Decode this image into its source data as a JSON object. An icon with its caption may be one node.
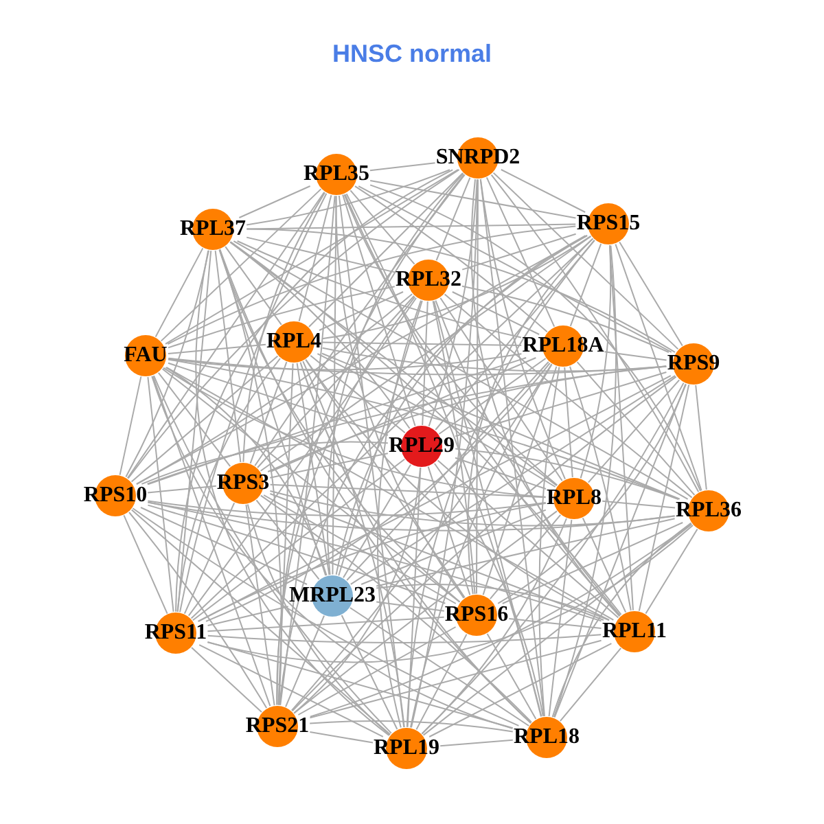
{
  "diagram": {
    "title": "HNSC normal",
    "nodes": [
      {
        "text": [
          "RPL35"
        ]
      },
      {
        "text": [
          "SNRPD2"
        ]
      },
      {
        "text": [
          "RPL37"
        ]
      },
      {
        "text": [
          "RPS15"
        ]
      },
      {
        "text": [
          "RPL32"
        ]
      },
      {
        "text": [
          "FAU"
        ]
      },
      {
        "text": [
          "RPL4"
        ]
      },
      {
        "text": [
          "RPL18A"
        ]
      },
      {
        "text": [
          "RPS9"
        ]
      },
      {
        "text": [
          "RPL29"
        ]
      },
      {
        "text": [
          "RPS10"
        ]
      },
      {
        "text": [
          "RPS3"
        ]
      },
      {
        "text": [
          "RPL8"
        ]
      },
      {
        "text": [
          "RPL36"
        ]
      },
      {
        "text": [
          "RPS11"
        ]
      },
      {
        "text": [
          "MRPL23"
        ]
      },
      {
        "text": [
          "RPS16"
        ]
      },
      {
        "text": [
          "RPL11"
        ]
      },
      {
        "text": [
          "RPS21"
        ]
      },
      {
        "text": [
          "RPL19"
        ]
      },
      {
        "text": [
          "RPL18"
        ]
      }
    ],
    "edges": [
      {
        "from": 0,
        "to": 1,
        "arrow": "none"
      },
      {
        "from": 0,
        "to": 2,
        "arrow": "none"
      },
      {
        "from": 0,
        "to": 3,
        "arrow": "none"
      },
      {
        "from": 0,
        "to": 4,
        "arrow": "none"
      },
      {
        "from": 0,
        "to": 5,
        "arrow": "none"
      },
      {
        "from": 0,
        "to": 6,
        "arrow": "none"
      },
      {
        "from": 0,
        "to": 7,
        "arrow": "none"
      },
      {
        "from": 0,
        "to": 8,
        "arrow": "none"
      },
      {
        "from": 0,
        "to": 9,
        "arrow": "none"
      },
      {
        "from": 0,
        "to": 10,
        "arrow": "none"
      },
      {
        "from": 0,
        "to": 11,
        "arrow": "none"
      },
      {
        "from": 0,
        "to": 12,
        "arrow": "none"
      },
      {
        "from": 0,
        "to": 13,
        "arrow": "none"
      },
      {
        "from": 0,
        "to": 14,
        "arrow": "none"
      },
      {
        "from": 0,
        "to": 15,
        "arrow": "none"
      },
      {
        "from": 0,
        "to": 16,
        "arrow": "none"
      },
      {
        "from": 0,
        "to": 17,
        "arrow": "none"
      },
      {
        "from": 0,
        "to": 18,
        "arrow": "none"
      },
      {
        "from": 0,
        "to": 19,
        "arrow": "none"
      },
      {
        "from": 0,
        "to": 20,
        "arrow": "none"
      },
      {
        "from": 1,
        "to": 2,
        "arrow": "none"
      },
      {
        "from": 1,
        "to": 3,
        "arrow": "none"
      },
      {
        "from": 1,
        "to": 4,
        "arrow": "none"
      },
      {
        "from": 1,
        "to": 5,
        "arrow": "none"
      },
      {
        "from": 1,
        "to": 6,
        "arrow": "none"
      },
      {
        "from": 1,
        "to": 7,
        "arrow": "none"
      },
      {
        "from": 1,
        "to": 8,
        "arrow": "none"
      },
      {
        "from": 1,
        "to": 9,
        "arrow": "none"
      },
      {
        "from": 1,
        "to": 10,
        "arrow": "none"
      },
      {
        "from": 1,
        "to": 11,
        "arrow": "none"
      },
      {
        "from": 1,
        "to": 12,
        "arrow": "none"
      },
      {
        "from": 1,
        "to": 13,
        "arrow": "none"
      },
      {
        "from": 1,
        "to": 14,
        "arrow": "none"
      },
      {
        "from": 1,
        "to": 15,
        "arrow": "none"
      },
      {
        "from": 1,
        "to": 16,
        "arrow": "none"
      },
      {
        "from": 1,
        "to": 17,
        "arrow": "none"
      },
      {
        "from": 1,
        "to": 18,
        "arrow": "none"
      },
      {
        "from": 1,
        "to": 19,
        "arrow": "none"
      },
      {
        "from": 1,
        "to": 20,
        "arrow": "none"
      },
      {
        "from": 2,
        "to": 3,
        "arrow": "none"
      },
      {
        "from": 2,
        "to": 4,
        "arrow": "none"
      },
      {
        "from": 2,
        "to": 5,
        "arrow": "none"
      },
      {
        "from": 2,
        "to": 6,
        "arrow": "none"
      },
      {
        "from": 2,
        "to": 7,
        "arrow": "none"
      },
      {
        "from": 2,
        "to": 8,
        "arrow": "none"
      },
      {
        "from": 2,
        "to": 9,
        "arrow": "none"
      },
      {
        "from": 2,
        "to": 10,
        "arrow": "none"
      },
      {
        "from": 2,
        "to": 11,
        "arrow": "none"
      },
      {
        "from": 2,
        "to": 12,
        "arrow": "none"
      },
      {
        "from": 2,
        "to": 13,
        "arrow": "none"
      },
      {
        "from": 2,
        "to": 14,
        "arrow": "none"
      },
      {
        "from": 2,
        "to": 15,
        "arrow": "none"
      },
      {
        "from": 2,
        "to": 16,
        "arrow": "none"
      },
      {
        "from": 2,
        "to": 17,
        "arrow": "none"
      },
      {
        "from": 2,
        "to": 18,
        "arrow": "none"
      },
      {
        "from": 2,
        "to": 19,
        "arrow": "none"
      },
      {
        "from": 2,
        "to": 20,
        "arrow": "none"
      },
      {
        "from": 3,
        "to": 4,
        "arrow": "none"
      },
      {
        "from": 3,
        "to": 5,
        "arrow": "none"
      },
      {
        "from": 3,
        "to": 6,
        "arrow": "none"
      },
      {
        "from": 3,
        "to": 7,
        "arrow": "none"
      },
      {
        "from": 3,
        "to": 8,
        "arrow": "none"
      },
      {
        "from": 3,
        "to": 9,
        "arrow": "none"
      },
      {
        "from": 3,
        "to": 10,
        "arrow": "none"
      },
      {
        "from": 3,
        "to": 11,
        "arrow": "none"
      },
      {
        "from": 3,
        "to": 12,
        "arrow": "none"
      },
      {
        "from": 3,
        "to": 13,
        "arrow": "none"
      },
      {
        "from": 3,
        "to": 14,
        "arrow": "none"
      },
      {
        "from": 3,
        "to": 15,
        "arrow": "none"
      },
      {
        "from": 3,
        "to": 16,
        "arrow": "none"
      },
      {
        "from": 3,
        "to": 17,
        "arrow": "none"
      },
      {
        "from": 3,
        "to": 18,
        "arrow": "none"
      },
      {
        "from": 3,
        "to": 19,
        "arrow": "none"
      },
      {
        "from": 3,
        "to": 20,
        "arrow": "none"
      },
      {
        "from": 4,
        "to": 5,
        "arrow": "none"
      },
      {
        "from": 4,
        "to": 6,
        "arrow": "none"
      },
      {
        "from": 4,
        "to": 7,
        "arrow": "none"
      },
      {
        "from": 4,
        "to": 8,
        "arrow": "none"
      },
      {
        "from": 4,
        "to": 9,
        "arrow": "none"
      },
      {
        "from": 4,
        "to": 10,
        "arrow": "none"
      },
      {
        "from": 4,
        "to": 11,
        "arrow": "none"
      },
      {
        "from": 4,
        "to": 12,
        "arrow": "none"
      },
      {
        "from": 4,
        "to": 13,
        "arrow": "none"
      },
      {
        "from": 4,
        "to": 14,
        "arrow": "none"
      },
      {
        "from": 4,
        "to": 15,
        "arrow": "none"
      },
      {
        "from": 4,
        "to": 16,
        "arrow": "none"
      },
      {
        "from": 4,
        "to": 17,
        "arrow": "none"
      },
      {
        "from": 4,
        "to": 18,
        "arrow": "none"
      },
      {
        "from": 4,
        "to": 19,
        "arrow": "none"
      },
      {
        "from": 4,
        "to": 20,
        "arrow": "none"
      },
      {
        "from": 5,
        "to": 6,
        "arrow": "none"
      },
      {
        "from": 5,
        "to": 7,
        "arrow": "none"
      },
      {
        "from": 5,
        "to": 8,
        "arrow": "none"
      },
      {
        "from": 5,
        "to": 9,
        "arrow": "none"
      },
      {
        "from": 5,
        "to": 10,
        "arrow": "none"
      },
      {
        "from": 5,
        "to": 11,
        "arrow": "none"
      },
      {
        "from": 5,
        "to": 12,
        "arrow": "none"
      },
      {
        "from": 5,
        "to": 13,
        "arrow": "none"
      },
      {
        "from": 5,
        "to": 14,
        "arrow": "none"
      },
      {
        "from": 5,
        "to": 15,
        "arrow": "none"
      },
      {
        "from": 5,
        "to": 16,
        "arrow": "none"
      },
      {
        "from": 5,
        "to": 17,
        "arrow": "none"
      },
      {
        "from": 5,
        "to": 18,
        "arrow": "none"
      },
      {
        "from": 5,
        "to": 19,
        "arrow": "none"
      },
      {
        "from": 5,
        "to": 20,
        "arrow": "none"
      },
      {
        "from": 6,
        "to": 7,
        "arrow": "none"
      },
      {
        "from": 6,
        "to": 8,
        "arrow": "none"
      },
      {
        "from": 6,
        "to": 9,
        "arrow": "none"
      },
      {
        "from": 6,
        "to": 10,
        "arrow": "none"
      },
      {
        "from": 6,
        "to": 11,
        "arrow": "none"
      },
      {
        "from": 6,
        "to": 12,
        "arrow": "none"
      },
      {
        "from": 6,
        "to": 13,
        "arrow": "none"
      },
      {
        "from": 6,
        "to": 14,
        "arrow": "none"
      },
      {
        "from": 6,
        "to": 15,
        "arrow": "none"
      },
      {
        "from": 6,
        "to": 16,
        "arrow": "none"
      },
      {
        "from": 6,
        "to": 17,
        "arrow": "none"
      },
      {
        "from": 6,
        "to": 18,
        "arrow": "none"
      },
      {
        "from": 6,
        "to": 19,
        "arrow": "none"
      },
      {
        "from": 6,
        "to": 20,
        "arrow": "none"
      },
      {
        "from": 7,
        "to": 8,
        "arrow": "none"
      },
      {
        "from": 7,
        "to": 9,
        "arrow": "none"
      },
      {
        "from": 7,
        "to": 10,
        "arrow": "none"
      },
      {
        "from": 7,
        "to": 11,
        "arrow": "none"
      },
      {
        "from": 7,
        "to": 12,
        "arrow": "none"
      },
      {
        "from": 7,
        "to": 13,
        "arrow": "none"
      },
      {
        "from": 7,
        "to": 14,
        "arrow": "none"
      },
      {
        "from": 7,
        "to": 15,
        "arrow": "none"
      },
      {
        "from": 7,
        "to": 16,
        "arrow": "none"
      },
      {
        "from": 7,
        "to": 17,
        "arrow": "none"
      },
      {
        "from": 7,
        "to": 18,
        "arrow": "none"
      },
      {
        "from": 7,
        "to": 19,
        "arrow": "none"
      },
      {
        "from": 7,
        "to": 20,
        "arrow": "none"
      },
      {
        "from": 8,
        "to": 9,
        "arrow": "none"
      },
      {
        "from": 8,
        "to": 10,
        "arrow": "none"
      },
      {
        "from": 8,
        "to": 11,
        "arrow": "none"
      },
      {
        "from": 8,
        "to": 12,
        "arrow": "none"
      },
      {
        "from": 8,
        "to": 13,
        "arrow": "none"
      },
      {
        "from": 8,
        "to": 14,
        "arrow": "none"
      },
      {
        "from": 8,
        "to": 15,
        "arrow": "none"
      },
      {
        "from": 8,
        "to": 16,
        "arrow": "none"
      },
      {
        "from": 8,
        "to": 17,
        "arrow": "none"
      },
      {
        "from": 8,
        "to": 18,
        "arrow": "none"
      },
      {
        "from": 8,
        "to": 19,
        "arrow": "none"
      },
      {
        "from": 8,
        "to": 20,
        "arrow": "none"
      },
      {
        "from": 9,
        "to": 10,
        "arrow": "none"
      },
      {
        "from": 9,
        "to": 11,
        "arrow": "none"
      },
      {
        "from": 9,
        "to": 12,
        "arrow": "none"
      },
      {
        "from": 9,
        "to": 13,
        "arrow": "none"
      },
      {
        "from": 9,
        "to": 14,
        "arrow": "none"
      },
      {
        "from": 9,
        "to": 15,
        "arrow": "none"
      },
      {
        "from": 9,
        "to": 16,
        "arrow": "none"
      },
      {
        "from": 9,
        "to": 17,
        "arrow": "none"
      },
      {
        "from": 9,
        "to": 18,
        "arrow": "none"
      },
      {
        "from": 9,
        "to": 19,
        "arrow": "none"
      },
      {
        "from": 9,
        "to": 20,
        "arrow": "none"
      },
      {
        "from": 10,
        "to": 11,
        "arrow": "none"
      },
      {
        "from": 10,
        "to": 12,
        "arrow": "none"
      },
      {
        "from": 10,
        "to": 13,
        "arrow": "none"
      },
      {
        "from": 10,
        "to": 14,
        "arrow": "none"
      },
      {
        "from": 10,
        "to": 15,
        "arrow": "none"
      },
      {
        "from": 10,
        "to": 16,
        "arrow": "none"
      },
      {
        "from": 10,
        "to": 17,
        "arrow": "none"
      },
      {
        "from": 10,
        "to": 18,
        "arrow": "none"
      },
      {
        "from": 10,
        "to": 19,
        "arrow": "none"
      },
      {
        "from": 10,
        "to": 20,
        "arrow": "none"
      },
      {
        "from": 11,
        "to": 12,
        "arrow": "none"
      },
      {
        "from": 11,
        "to": 13,
        "arrow": "none"
      },
      {
        "from": 11,
        "to": 14,
        "arrow": "none"
      },
      {
        "from": 11,
        "to": 15,
        "arrow": "none"
      },
      {
        "from": 11,
        "to": 16,
        "arrow": "none"
      },
      {
        "from": 11,
        "to": 17,
        "arrow": "none"
      },
      {
        "from": 11,
        "to": 18,
        "arrow": "none"
      },
      {
        "from": 11,
        "to": 19,
        "arrow": "none"
      },
      {
        "from": 11,
        "to": 20,
        "arrow": "none"
      },
      {
        "from": 12,
        "to": 13,
        "arrow": "none"
      },
      {
        "from": 12,
        "to": 14,
        "arrow": "none"
      },
      {
        "from": 12,
        "to": 15,
        "arrow": "none"
      },
      {
        "from": 12,
        "to": 16,
        "arrow": "none"
      },
      {
        "from": 12,
        "to": 17,
        "arrow": "none"
      },
      {
        "from": 12,
        "to": 18,
        "arrow": "none"
      },
      {
        "from": 12,
        "to": 19,
        "arrow": "none"
      },
      {
        "from": 12,
        "to": 20,
        "arrow": "none"
      },
      {
        "from": 13,
        "to": 14,
        "arrow": "none"
      },
      {
        "from": 13,
        "to": 15,
        "arrow": "none"
      },
      {
        "from": 13,
        "to": 16,
        "arrow": "none"
      },
      {
        "from": 13,
        "to": 17,
        "arrow": "none"
      },
      {
        "from": 13,
        "to": 18,
        "arrow": "none"
      },
      {
        "from": 13,
        "to": 19,
        "arrow": "none"
      },
      {
        "from": 13,
        "to": 20,
        "arrow": "none"
      },
      {
        "from": 14,
        "to": 15,
        "arrow": "none"
      },
      {
        "from": 14,
        "to": 16,
        "arrow": "none"
      },
      {
        "from": 14,
        "to": 17,
        "arrow": "none"
      },
      {
        "from": 14,
        "to": 18,
        "arrow": "none"
      },
      {
        "from": 14,
        "to": 19,
        "arrow": "none"
      },
      {
        "from": 14,
        "to": 20,
        "arrow": "none"
      },
      {
        "from": 15,
        "to": 16,
        "arrow": "none"
      },
      {
        "from": 15,
        "to": 17,
        "arrow": "none"
      },
      {
        "from": 15,
        "to": 18,
        "arrow": "none"
      },
      {
        "from": 15,
        "to": 19,
        "arrow": "none"
      },
      {
        "from": 15,
        "to": 20,
        "arrow": "none"
      },
      {
        "from": 16,
        "to": 17,
        "arrow": "none"
      },
      {
        "from": 16,
        "to": 18,
        "arrow": "none"
      },
      {
        "from": 16,
        "to": 19,
        "arrow": "none"
      },
      {
        "from": 16,
        "to": 20,
        "arrow": "none"
      },
      {
        "from": 17,
        "to": 18,
        "arrow": "none"
      },
      {
        "from": 17,
        "to": 19,
        "arrow": "none"
      },
      {
        "from": 17,
        "to": 20,
        "arrow": "none"
      },
      {
        "from": 18,
        "to": 19,
        "arrow": "none"
      },
      {
        "from": 18,
        "to": 20,
        "arrow": "none"
      },
      {
        "from": 19,
        "to": 20,
        "arrow": "none"
      }
    ]
  }
}
